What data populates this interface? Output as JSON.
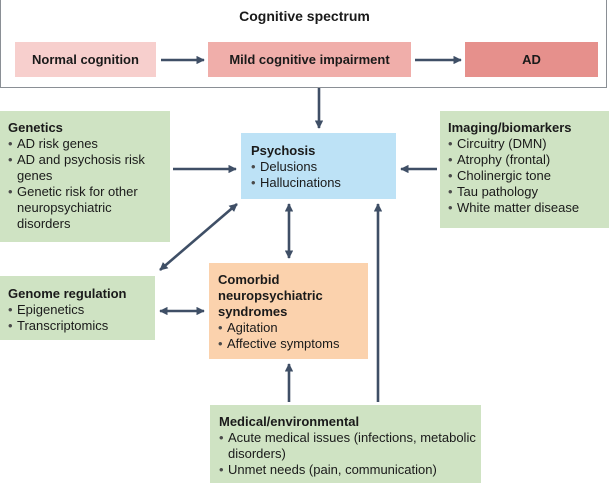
{
  "spectrum": {
    "title": "Cognitive spectrum",
    "stages": [
      "Normal cognition",
      "Mild cognitive impairment",
      "AD"
    ]
  },
  "boxes": {
    "genetics": {
      "title": "Genetics",
      "items": [
        "AD risk genes",
        "AD and psychosis risk genes",
        "Genetic risk for other neuropsychiatric disorders"
      ]
    },
    "psychosis": {
      "title": "Psychosis",
      "items": [
        "Delusions",
        "Hallucinations"
      ]
    },
    "imaging": {
      "title": "Imaging/biomarkers",
      "items": [
        "Circuitry (DMN)",
        "Atrophy (frontal)",
        "Cholinergic tone",
        "Tau pathology",
        "White matter disease"
      ]
    },
    "genome": {
      "title": "Genome regulation",
      "items": [
        "Epigenetics",
        "Transcriptomics"
      ]
    },
    "comorbid": {
      "title": "Comorbid neuropsychiatric syndromes",
      "items": [
        "Agitation",
        "Affective symptoms"
      ]
    },
    "medical": {
      "title": "Medical/environmental",
      "items": [
        "Acute medical issues (infections, metabolic disorders)",
        "Unmet needs (pain, communication)"
      ]
    }
  },
  "colors": {
    "green": "#cfe3c3",
    "blue": "#bde2f6",
    "orange": "#fbd2ad",
    "pink_light": "#f7cfcd",
    "pink_mid": "#f0aeaa",
    "pink_dark": "#e6908c",
    "arrow": "#3f4f66"
  }
}
